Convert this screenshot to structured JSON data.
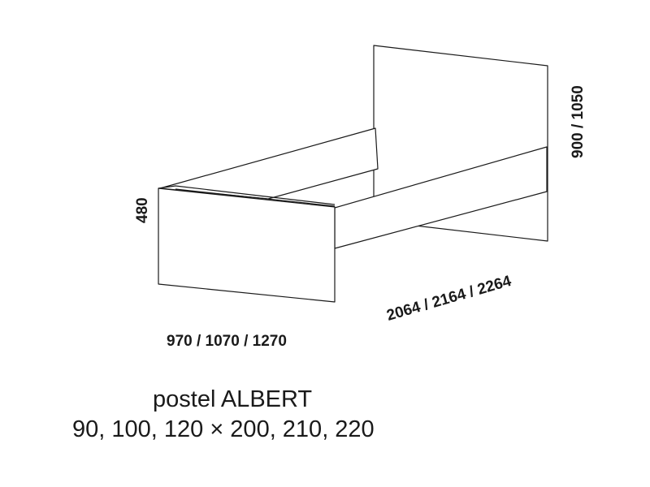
{
  "dimensions": {
    "height_footboard": "480",
    "height_headboard": "900 / 1050",
    "length": "2064 / 2164 / 2264",
    "width": "970 / 1070 / 1270"
  },
  "caption": {
    "title": "postel ALBERT",
    "sizes": "90, 100, 120 × 200, 210, 220"
  },
  "colors": {
    "ink": "#1a1a1a",
    "background": "#ffffff"
  }
}
